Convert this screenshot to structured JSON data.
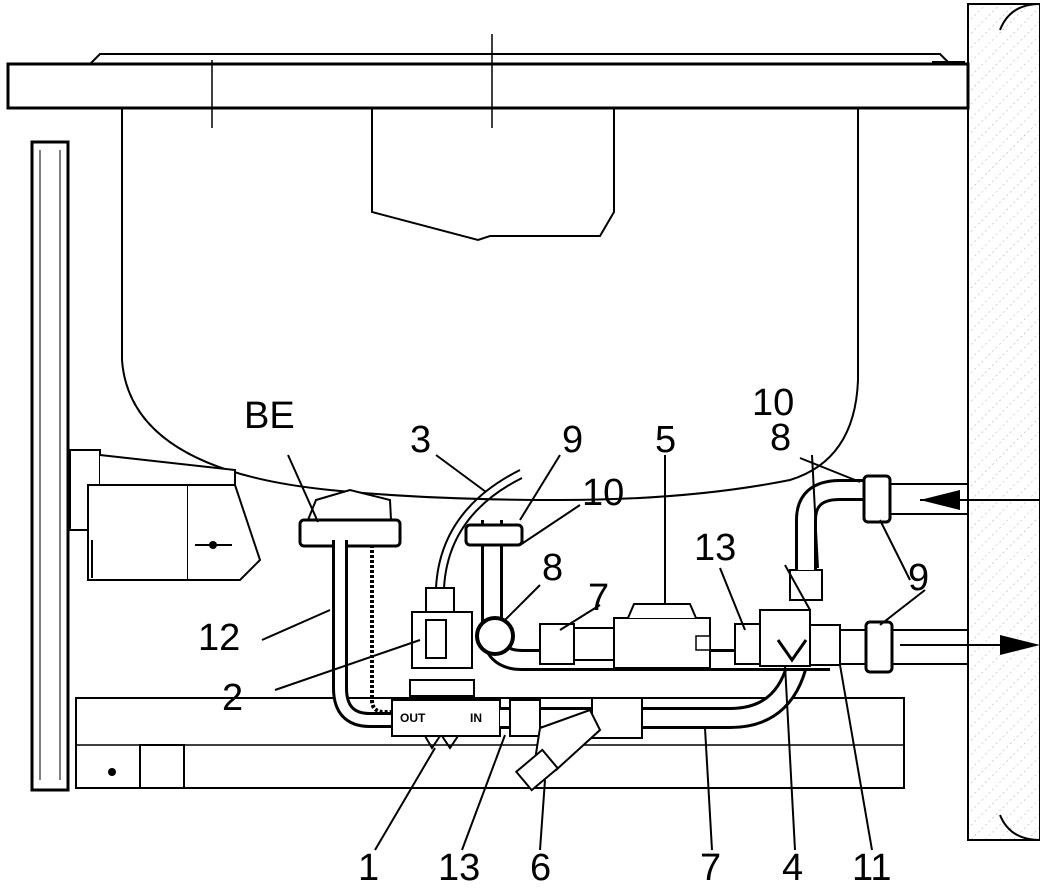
{
  "figure": {
    "labels": {
      "be": "BE",
      "l1": "1",
      "l2": "2",
      "l3": "3",
      "l4": "4",
      "l5": "5",
      "l6": "6",
      "l7a": "7",
      "l7b": "7",
      "l8a": "8",
      "l8b": "8",
      "l9a": "9",
      "l9b": "9",
      "l10a": "10",
      "l10b": "10",
      "l11": "11",
      "l12": "12",
      "l13a": "13",
      "l13b": "13"
    },
    "valve_marks": {
      "out": "OUT",
      "in": "IN"
    }
  }
}
